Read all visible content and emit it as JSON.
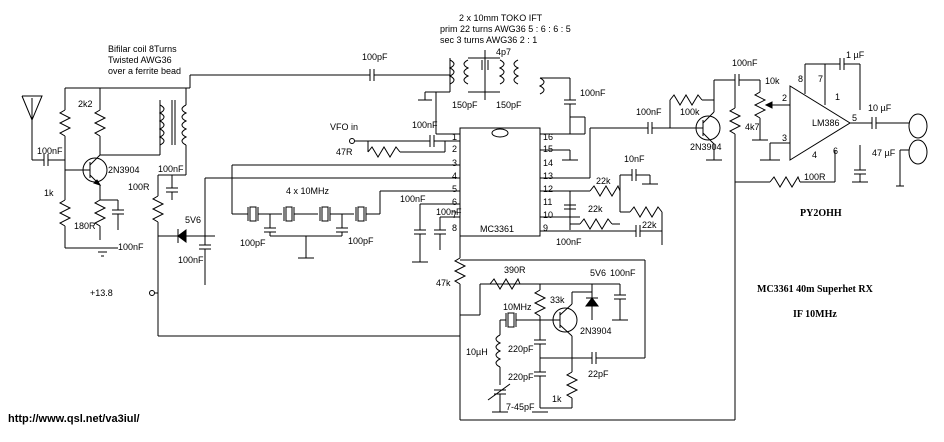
{
  "annotations": {
    "bifilar_coil": [
      "Bifilar coil 8Turns",
      "Twisted   AWG36",
      "over a ferrite bead"
    ],
    "ift": [
      "2 x 10mm TOKO IFT",
      "prim 22 turns AWG36  5 : 6 : 6 : 5",
      "sec 3 turns AWG36   2 : 1"
    ],
    "vfo_in": "VFO in",
    "crystals": "4 x 10MHz",
    "supply": "+13.8",
    "url": "http://www.qsl.net/va3iul/"
  },
  "title": {
    "callsign": "PY2OHH",
    "name": "MC3361 40m Superhet RX",
    "if": "IF 10MHz"
  },
  "components": {
    "r_2k2": "2k2",
    "r_1k": "1k",
    "r_180r": "180R",
    "q1": "2N3904",
    "c_100nf_in": "100nF",
    "c_100nf_e": "100nF",
    "c_100nf_b": "100nF",
    "r_100r": "100R",
    "dz_5v6": "5V6",
    "c_100nf_z": "100nF",
    "c_100pf_top": "100pF",
    "c_4p7": "4p7",
    "c_150pf_a": "150pF",
    "c_150pf_b": "150pF",
    "c_100nf_out": "100nF",
    "c_100nf_vfo": "100nF",
    "r_47r": "47R",
    "c_100pf_x1": "100pF",
    "c_100pf_x2": "100pF",
    "c_100nf_p6": "100nF",
    "c_100nf_p7": "100nF",
    "ic1": "MC3361",
    "c_100nf_q2": "100nF",
    "r_100k": "100k",
    "q2": "2N3904",
    "r_4k7": "4k7",
    "c_100nf_lm": "100nF",
    "r_10k": "10k",
    "c_1uf": "1 µF",
    "ic2": "LM386",
    "c_10uf": "10 µF",
    "c_47uf": "47 µF",
    "r_100r_lm": "100R",
    "c_10nf": "10nF",
    "r_22k_a": "22k",
    "r_22k_b": "22k",
    "r_22k_c": "22k",
    "c_100nf_p9": "100nF",
    "r_47k": "47k",
    "r_390r": "390R",
    "r_33k": "33k",
    "dz_5v6_osc": "5V6",
    "c_100nf_osc": "100nF",
    "x_10mhz": "10MHz",
    "q3": "2N3904",
    "l_10uh": "10µH",
    "c_220pf_a": "220pF",
    "c_220pf_b": "220pF",
    "c_22pf": "22pF",
    "vc_7_45": "7-45pF",
    "r_1k_osc": "1k"
  },
  "pins": {
    "ic1": [
      "1",
      "2",
      "3",
      "4",
      "5",
      "6",
      "7",
      "8",
      "9",
      "10",
      "11",
      "12",
      "13",
      "14",
      "15",
      "16"
    ],
    "ic2": [
      "2",
      "3",
      "4",
      "5",
      "6",
      "7",
      "8",
      "1"
    ]
  }
}
